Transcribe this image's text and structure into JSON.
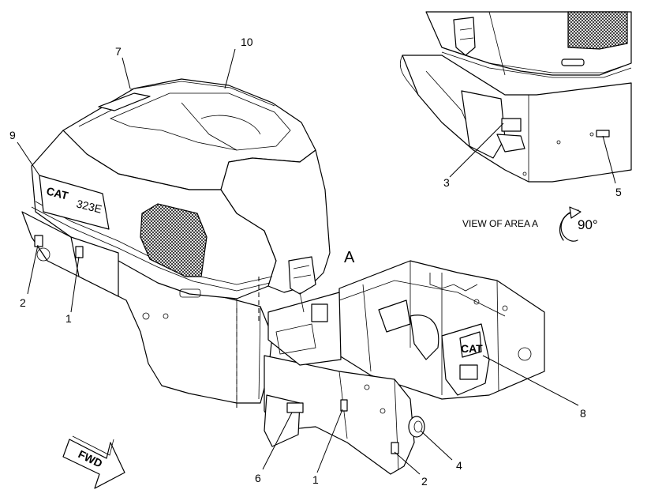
{
  "area_letter": "A",
  "view_caption": "VIEW OF AREA A",
  "rotation_label": "90°",
  "fwd_label": "FWD",
  "callouts": {
    "c7": "7",
    "c10": "10",
    "c9": "9",
    "c2a": "2",
    "c1a": "1",
    "c3": "3",
    "c5": "5",
    "c8": "8",
    "c4": "4",
    "c6": "6",
    "c1b": "1",
    "c2b": "2"
  },
  "decal_text": {
    "brand": "CAT",
    "model": "323E"
  }
}
